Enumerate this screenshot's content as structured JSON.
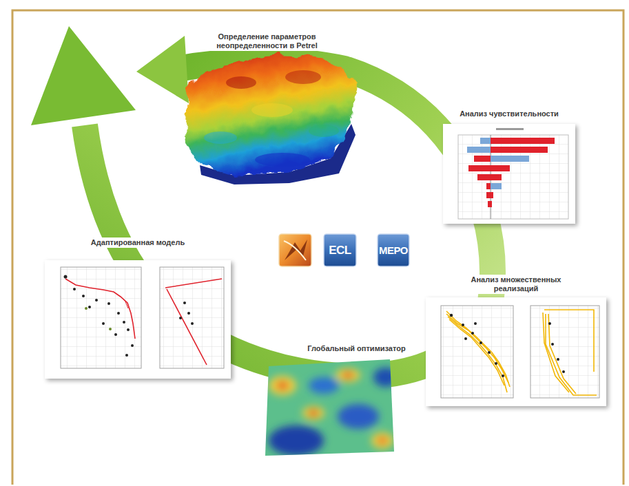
{
  "diagram": {
    "nodes": [
      {
        "text": [
          "Определение параметров неопределенности в Petrel"
        ]
      },
      {
        "text": [
          "Анализ чувствительности"
        ]
      },
      {
        "text": [
          "Адаптированная модель"
        ]
      },
      {
        "text": [
          "Анализ множественных реализаций"
        ]
      },
      {
        "text": [
          "Глобальный оптимизатор"
        ]
      }
    ],
    "labels": [
      "ECL",
      "MEPO"
    ]
  }
}
